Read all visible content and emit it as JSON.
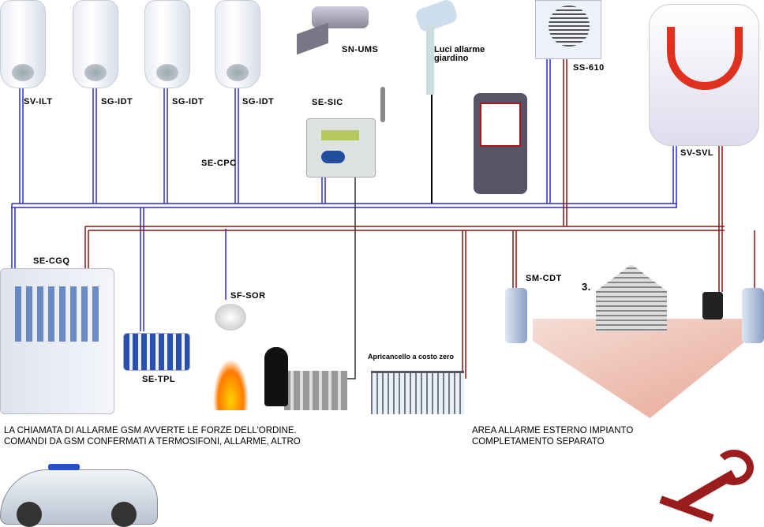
{
  "devices": {
    "sv_ilt": "SV-ILT",
    "sg_idt_1": "SG-IDT",
    "sg_idt_2": "SG-IDT",
    "sg_idt_3": "SG-IDT",
    "sn_ums": "SN-UMS",
    "luci": "Luci allarme giardino",
    "se_sic": "SE-SIC",
    "ss_610": "SS-610",
    "sv_svl": "SV-SVL",
    "se_cpc": "SE-CPC",
    "se_cgq": "SE-CGQ",
    "sf_sor": "SF-SOR",
    "se_tpl": "SE-TPL",
    "sm_cdt": "SM-CDT",
    "area_number": "3.",
    "apricancello": "Apricancello a costo zero"
  },
  "captions": {
    "left_line1": "LA CHIAMATA DI ALLARME GSM AVVERTE LE FORZE DELL'ORDINE.",
    "left_line2": "COMANDI DA GSM CONFERMATI A TERMOSIFONI, ALLARME, ALTRO",
    "right_line1": "AREA ALLARME ESTERNO IMPIANTO",
    "right_line2": "COMPLETAMENTO SEPARATO"
  },
  "colors": {
    "blue_bus": "#2b2bd0",
    "red_bus": "#8b1010",
    "logo": "#9b1c1c"
  }
}
